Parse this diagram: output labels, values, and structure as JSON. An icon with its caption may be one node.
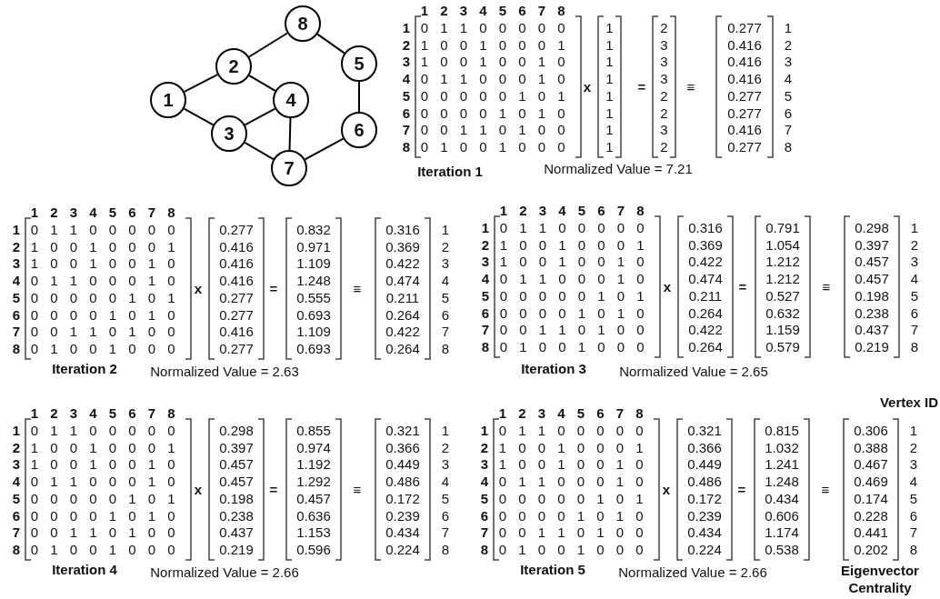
{
  "diagram": {
    "nodes": [
      {
        "text": [
          "8"
        ]
      },
      {
        "text": [
          "2"
        ]
      },
      {
        "text": [
          "5"
        ]
      },
      {
        "text": [
          "1"
        ]
      },
      {
        "text": [
          "4"
        ]
      },
      {
        "text": [
          "3"
        ]
      },
      {
        "text": [
          "6"
        ]
      },
      {
        "text": [
          "7"
        ]
      }
    ],
    "edges": [
      {
        "from": 3,
        "to": 1,
        "arrow": "none"
      },
      {
        "from": 3,
        "to": 5,
        "arrow": "none"
      },
      {
        "from": 1,
        "to": 0,
        "arrow": "none"
      },
      {
        "from": 1,
        "to": 4,
        "arrow": "none"
      },
      {
        "from": 5,
        "to": 4,
        "arrow": "none"
      },
      {
        "from": 5,
        "to": 7,
        "arrow": "none"
      },
      {
        "from": 4,
        "to": 7,
        "arrow": "none"
      },
      {
        "from": 0,
        "to": 2,
        "arrow": "none"
      },
      {
        "from": 2,
        "to": 6,
        "arrow": "none"
      },
      {
        "from": 6,
        "to": 7,
        "arrow": "none"
      }
    ],
    "labels": [
      "1",
      "2",
      "3",
      "4",
      "5",
      "6",
      "7",
      "8",
      "1",
      "0",
      "1",
      "1",
      "0",
      "0",
      "0",
      "0",
      "0",
      "2",
      "1",
      "0",
      "0",
      "1",
      "0",
      "0",
      "0",
      "1",
      "3",
      "1",
      "0",
      "0",
      "1",
      "0",
      "0",
      "1",
      "0",
      "4",
      "0",
      "1",
      "1",
      "0",
      "0",
      "0",
      "1",
      "0",
      "5",
      "0",
      "0",
      "0",
      "0",
      "0",
      "1",
      "0",
      "1",
      "6",
      "0",
      "0",
      "0",
      "0",
      "1",
      "0",
      "1",
      "0",
      "7",
      "0",
      "0",
      "1",
      "1",
      "0",
      "1",
      "0",
      "0",
      "8",
      "0",
      "1",
      "0",
      "0",
      "1",
      "0",
      "0",
      "0",
      "1",
      "1",
      "1",
      "1",
      "1",
      "1",
      "1",
      "1",
      "x",
      "2",
      "3",
      "3",
      "3",
      "2",
      "2",
      "3",
      "2",
      "=",
      "0.277",
      "0.416",
      "0.416",
      "0.416",
      "0.277",
      "0.277",
      "0.416",
      "0.277",
      "≡",
      "1",
      "2",
      "3",
      "4",
      "5",
      "6",
      "7",
      "8",
      "Iteration 1",
      "Normalized Value = 7.21",
      "1",
      "2",
      "3",
      "4",
      "5",
      "6",
      "7",
      "8",
      "1",
      "0",
      "1",
      "1",
      "0",
      "0",
      "0",
      "0",
      "0",
      "2",
      "1",
      "0",
      "0",
      "1",
      "0",
      "0",
      "0",
      "1",
      "3",
      "1",
      "0",
      "0",
      "1",
      "0",
      "0",
      "1",
      "0",
      "4",
      "0",
      "1",
      "1",
      "0",
      "0",
      "0",
      "1",
      "0",
      "5",
      "0",
      "0",
      "0",
      "0",
      "0",
      "1",
      "0",
      "1",
      "6",
      "0",
      "0",
      "0",
      "0",
      "1",
      "0",
      "1",
      "0",
      "7",
      "0",
      "0",
      "1",
      "1",
      "0",
      "1",
      "0",
      "0",
      "8",
      "0",
      "1",
      "0",
      "0",
      "1",
      "0",
      "0",
      "0",
      "0.277",
      "0.416",
      "0.416",
      "0.416",
      "0.277",
      "0.277",
      "0.416",
      "0.277",
      "x",
      "0.832",
      "0.971",
      "1.109",
      "1.248",
      "0.555",
      "0.693",
      "1.109",
      "0.693",
      "=",
      "0.316",
      "0.369",
      "0.422",
      "0.474",
      "0.211",
      "0.264",
      "0.422",
      "0.264",
      "≡",
      "1",
      "2",
      "3",
      "4",
      "5",
      "6",
      "7",
      "8",
      "Iteration 2",
      "Normalized Value = 2.63",
      "1",
      "2",
      "3",
      "4",
      "5",
      "6",
      "7",
      "8",
      "1",
      "0",
      "1",
      "1",
      "0",
      "0",
      "0",
      "0",
      "0",
      "2",
      "1",
      "0",
      "0",
      "1",
      "0",
      "0",
      "0",
      "1",
      "3",
      "1",
      "0",
      "0",
      "1",
      "0",
      "0",
      "1",
      "0",
      "4",
      "0",
      "1",
      "1",
      "0",
      "0",
      "0",
      "1",
      "0",
      "5",
      "0",
      "0",
      "0",
      "0",
      "0",
      "1",
      "0",
      "1",
      "6",
      "0",
      "0",
      "0",
      "0",
      "1",
      "0",
      "1",
      "0",
      "7",
      "0",
      "0",
      "1",
      "1",
      "0",
      "1",
      "0",
      "0",
      "8",
      "0",
      "1",
      "0",
      "0",
      "1",
      "0",
      "0",
      "0",
      "0.316",
      "0.369",
      "0.422",
      "0.474",
      "0.211",
      "0.264",
      "0.422",
      "0.264",
      "x",
      "0.791",
      "1.054",
      "1.212",
      "1.212",
      "0.527",
      "0.632",
      "1.159",
      "0.579",
      "=",
      "0.298",
      "0.397",
      "0.457",
      "0.457",
      "0.198",
      "0.238",
      "0.437",
      "0.219",
      "≡",
      "1",
      "2",
      "3",
      "4",
      "5",
      "6",
      "7",
      "8",
      "Iteration 3",
      "Normalized Value = 2.65",
      "1",
      "2",
      "3",
      "4",
      "5",
      "6",
      "7",
      "8",
      "1",
      "0",
      "1",
      "1",
      "0",
      "0",
      "0",
      "0",
      "0",
      "2",
      "1",
      "0",
      "0",
      "1",
      "0",
      "0",
      "0",
      "1",
      "3",
      "1",
      "0",
      "0",
      "1",
      "0",
      "0",
      "1",
      "0",
      "4",
      "0",
      "1",
      "1",
      "0",
      "0",
      "0",
      "1",
      "0",
      "5",
      "0",
      "0",
      "0",
      "0",
      "0",
      "1",
      "0",
      "1",
      "6",
      "0",
      "0",
      "0",
      "0",
      "1",
      "0",
      "1",
      "0",
      "7",
      "0",
      "0",
      "1",
      "1",
      "0",
      "1",
      "0",
      "0",
      "8",
      "0",
      "1",
      "0",
      "0",
      "1",
      "0",
      "0",
      "0",
      "0.298",
      "0.397",
      "0.457",
      "0.457",
      "0.198",
      "0.238",
      "0.437",
      "0.219",
      "x",
      "0.855",
      "0.974",
      "1.192",
      "1.292",
      "0.457",
      "0.636",
      "1.153",
      "0.596",
      "=",
      "0.321",
      "0.366",
      "0.449",
      "0.486",
      "0.172",
      "0.239",
      "0.434",
      "0.224",
      "≡",
      "1",
      "2",
      "3",
      "4",
      "5",
      "6",
      "7",
      "8",
      "Iteration 4",
      "Normalized Value = 2.66",
      "1",
      "2",
      "3",
      "4",
      "5",
      "6",
      "7",
      "8",
      "1",
      "0",
      "1",
      "1",
      "0",
      "0",
      "0",
      "0",
      "0",
      "2",
      "1",
      "0",
      "0",
      "1",
      "0",
      "0",
      "0",
      "1",
      "3",
      "1",
      "0",
      "0",
      "1",
      "0",
      "0",
      "1",
      "0",
      "4",
      "0",
      "1",
      "1",
      "0",
      "0",
      "0",
      "1",
      "0",
      "5",
      "0",
      "0",
      "0",
      "0",
      "0",
      "1",
      "0",
      "1",
      "6",
      "0",
      "0",
      "0",
      "0",
      "1",
      "0",
      "1",
      "0",
      "7",
      "0",
      "0",
      "1",
      "1",
      "0",
      "1",
      "0",
      "0",
      "8",
      "0",
      "1",
      "0",
      "0",
      "1",
      "0",
      "0",
      "0",
      "0.321",
      "0.366",
      "0.449",
      "0.486",
      "0.172",
      "0.239",
      "0.434",
      "0.224",
      "x",
      "0.815",
      "1.032",
      "1.241",
      "1.248",
      "0.434",
      "0.606",
      "1.174",
      "0.538",
      "=",
      "0.306",
      "0.388",
      "0.467",
      "0.469",
      "0.174",
      "0.228",
      "0.441",
      "0.202",
      "≡",
      "1",
      "2",
      "3",
      "4",
      "5",
      "6",
      "7",
      "8",
      "Iteration 5",
      "Normalized Value = 2.66",
      "Vertex ID",
      "Eigenvector Centrality"
    ]
  }
}
